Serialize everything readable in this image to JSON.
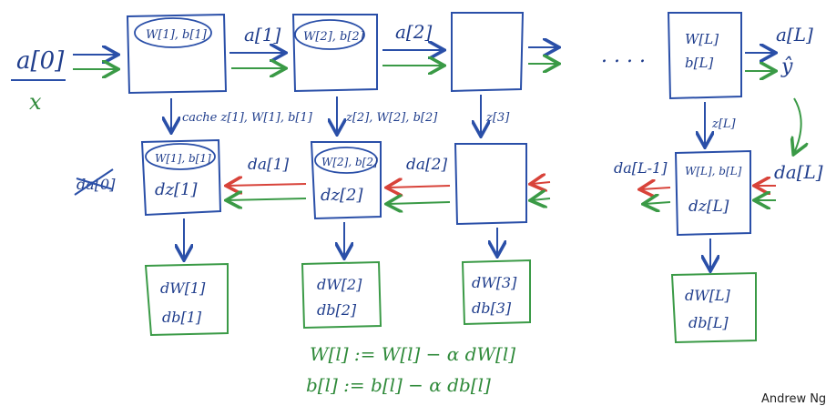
{
  "colors": {
    "ink_blue": "#1f3d8c",
    "forward_arrow": "#2a4fa8",
    "green": "#3a9a46",
    "backward_arrow": "#d8433a"
  },
  "forward": {
    "input_a": "a[0]",
    "input_x": "x",
    "box1_params": "W[1], b[1]",
    "out1": "a[1]",
    "box2_params": "W[2], b[2]",
    "out2": "a[2]",
    "dots": ". . . .",
    "boxL_w": "W[L]",
    "boxL_b": "b[L]",
    "outL": "a[L]",
    "yhat": "ŷ",
    "cache1": "cache z[1], W[1], b[1]",
    "cache2": "z[2], W[2], b[2]",
    "cache3": "z[3]",
    "cacheL": "z[L]"
  },
  "backward": {
    "crossed_da0": "da[0]",
    "box1_params": "W[1], b[1]",
    "box1_dz": "dz[1]",
    "da1": "da[1]",
    "box2_params": "W[2], b[2]",
    "box2_dz": "dz[2]",
    "da2": "da[2]",
    "daLminus1": "da[L-1]",
    "boxL_params": "W[L], b[L]",
    "boxL_dz": "dz[L]",
    "daL": "da[L]"
  },
  "gradients": {
    "g1_dw": "dW[1]",
    "g1_db": "db[1]",
    "g2_dw": "dW[2]",
    "g2_db": "db[2]",
    "g3_dw": "dW[3]",
    "g3_db": "db[3]",
    "gL_dw": "dW[L]",
    "gL_db": "db[L]"
  },
  "update": {
    "w_rule": "W[l] := W[l] − α dW[l]",
    "b_rule": "b[l] := b[l] − α db[l]"
  },
  "footer": {
    "corner_text": "Andrew Ng"
  }
}
